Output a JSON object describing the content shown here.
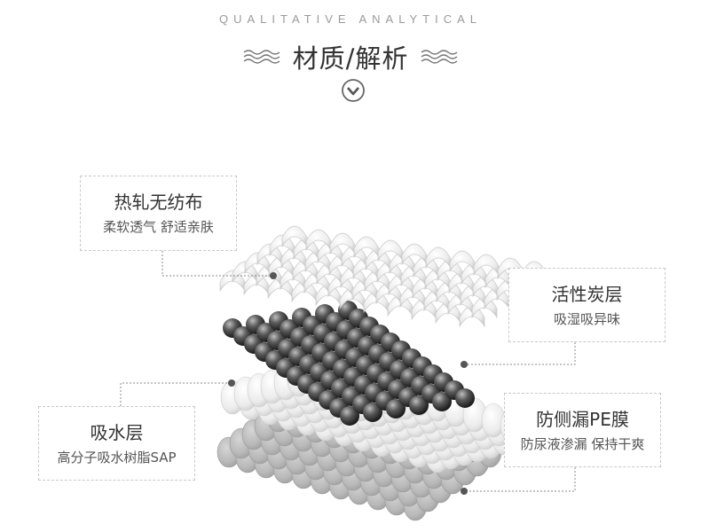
{
  "header": {
    "subtitle": "QUALITATIVE ANALYTICAL",
    "title": "材质/解析"
  },
  "layers": [
    {
      "id": "hot",
      "name": "热轧无纺布",
      "desc": "柔软透气 舒适亲肤"
    },
    {
      "id": "carbon",
      "name": "活性炭层",
      "desc": "吸湿吸异味"
    },
    {
      "id": "absorb",
      "name": "吸水层",
      "desc": "高分子吸水树脂SAP"
    },
    {
      "id": "pe",
      "name": "防侧漏PE膜",
      "desc": "防尿液渗漏 保持干爽"
    }
  ],
  "colors": {
    "text": "#333333",
    "subtitle": "#9a9a9a",
    "border": "#c8c8c8",
    "leader": "#888888",
    "dot": "#555555"
  },
  "icons": [
    "wave-icon",
    "chevron-down-circle-icon"
  ]
}
